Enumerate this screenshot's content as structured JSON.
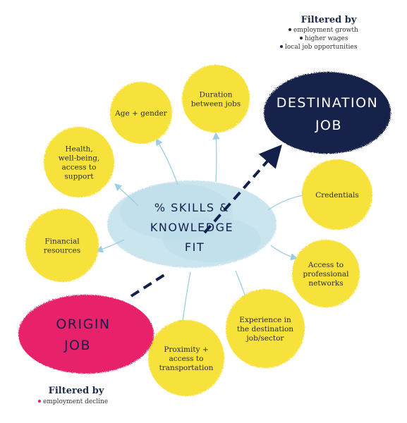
{
  "colors": {
    "bubble": "#f7e13a",
    "destination": "#13214a",
    "origin": "#e8236a",
    "scribble": "#b9dcea",
    "arrow": "#9ccfe2",
    "bullet_dest": "#1e2b4a",
    "bullet_origin": "#e8236a"
  },
  "center": {
    "lines": [
      "% SKILLS &",
      "KNOWLEDGE",
      "FIT"
    ]
  },
  "destination": {
    "lines": [
      "DESTINATION",
      "JOB"
    ],
    "filter_title": "Filtered by",
    "filters": [
      "employment growth",
      "higher wages",
      "local job opportunities"
    ]
  },
  "origin": {
    "lines": [
      "ORIGIN",
      "JOB"
    ],
    "filter_title": "Filtered by",
    "filters": [
      "employment decline"
    ]
  },
  "factors": [
    {
      "id": "age-gender",
      "icon": "circle-blob",
      "lines": [
        "Age + gender"
      ]
    },
    {
      "id": "duration",
      "icon": "circle-blob",
      "lines": [
        "Duration",
        "between jobs"
      ]
    },
    {
      "id": "health",
      "icon": "circle-blob",
      "lines": [
        "Health,",
        "well-being,",
        "access to",
        "support"
      ]
    },
    {
      "id": "credentials",
      "icon": "circle-blob",
      "lines": [
        "Credentials"
      ]
    },
    {
      "id": "financial",
      "icon": "circle-blob",
      "lines": [
        "Financial",
        "resources"
      ]
    },
    {
      "id": "networks",
      "icon": "circle-blob",
      "lines": [
        "Access to",
        "professional",
        "networks"
      ]
    },
    {
      "id": "experience",
      "icon": "circle-blob",
      "lines": [
        "Experience in",
        "the destination",
        "job/sector"
      ]
    },
    {
      "id": "proximity",
      "icon": "circle-blob",
      "lines": [
        "Proximity +",
        "access to",
        "transportation"
      ]
    }
  ]
}
